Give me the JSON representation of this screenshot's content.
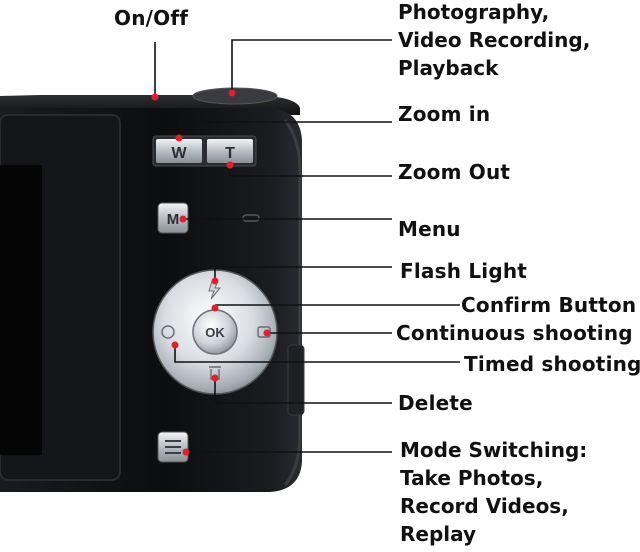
{
  "labels": {
    "on_off": "On/Off",
    "shutter": [
      "Photography,",
      "Video Recording,",
      "Playback"
    ],
    "zoom_in": "Zoom in",
    "zoom_out": "Zoom Out",
    "menu": "Menu",
    "flash": "Flash Light",
    "confirm": "Confirm Button",
    "continuous": "Continuous shooting",
    "timed": "Timed shooting",
    "delete": "Delete",
    "mode": [
      "Mode Switching:",
      "Take Photos,",
      "Record Videos,",
      "Replay"
    ]
  },
  "buttons": {
    "w": "W",
    "t": "T",
    "m": "M",
    "ok": "OK"
  },
  "colors": {
    "leader_line": "#111111",
    "marker_dot": "#e0202a",
    "camera_body": "#0f1012"
  }
}
